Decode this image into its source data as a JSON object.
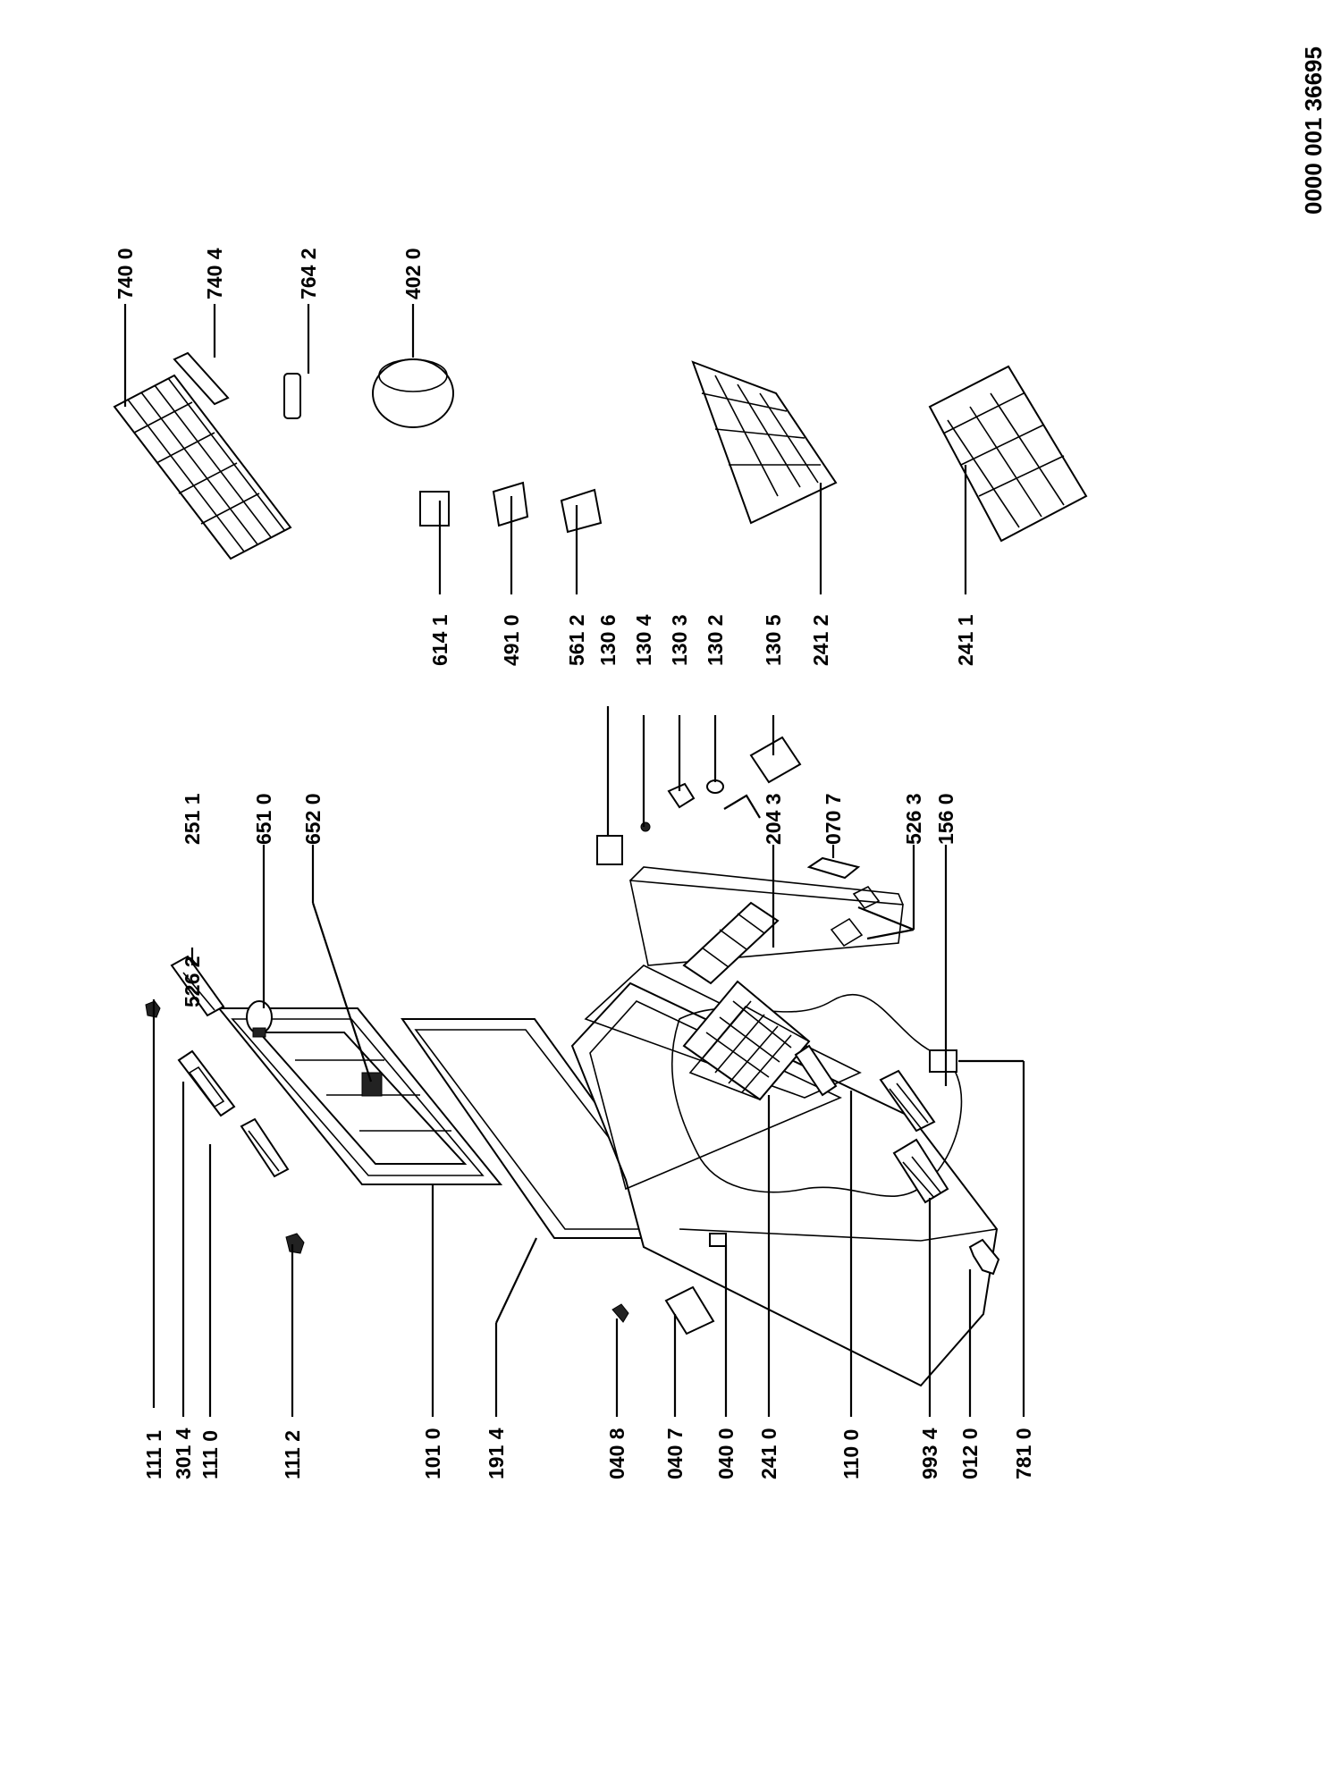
{
  "document_number": "0000 001 36695",
  "callouts": [
    {
      "id": "c1111",
      "label": "111 1"
    },
    {
      "id": "c3014",
      "label": "301 4"
    },
    {
      "id": "c1110",
      "label": "111 0"
    },
    {
      "id": "c1112",
      "label": "111 2"
    },
    {
      "id": "c1010",
      "label": "101 0"
    },
    {
      "id": "c1914",
      "label": "191 4"
    },
    {
      "id": "c0408",
      "label": "040 8"
    },
    {
      "id": "c0407",
      "label": "040 7"
    },
    {
      "id": "c0400",
      "label": "040 0"
    },
    {
      "id": "c2410",
      "label": "241 0"
    },
    {
      "id": "c1100",
      "label": "110 0"
    },
    {
      "id": "c9934",
      "label": "993 4"
    },
    {
      "id": "c0120",
      "label": "012 0"
    },
    {
      "id": "c7810",
      "label": "781 0"
    },
    {
      "id": "c5262",
      "label": "526 2"
    },
    {
      "id": "c2511",
      "label": "251 1"
    },
    {
      "id": "c6510",
      "label": "651 0"
    },
    {
      "id": "c6520",
      "label": "652 0"
    },
    {
      "id": "c2043",
      "label": "204 3"
    },
    {
      "id": "c0707",
      "label": "070 7"
    },
    {
      "id": "c5263",
      "label": "526 3"
    },
    {
      "id": "c1560",
      "label": "156 0"
    },
    {
      "id": "c6141",
      "label": "614 1"
    },
    {
      "id": "c4910",
      "label": "491 0"
    },
    {
      "id": "c5612",
      "label": "561 2"
    },
    {
      "id": "c1306",
      "label": "130 6"
    },
    {
      "id": "c1304",
      "label": "130 4"
    },
    {
      "id": "c1303",
      "label": "130 3"
    },
    {
      "id": "c1302",
      "label": "130 2"
    },
    {
      "id": "c1305",
      "label": "130 5"
    },
    {
      "id": "c2412",
      "label": "241 2"
    },
    {
      "id": "c2411",
      "label": "241 1"
    },
    {
      "id": "c7400",
      "label": "740 0"
    },
    {
      "id": "c7404",
      "label": "740 4"
    },
    {
      "id": "c7642",
      "label": "764 2"
    },
    {
      "id": "c4020",
      "label": "402 0"
    }
  ]
}
